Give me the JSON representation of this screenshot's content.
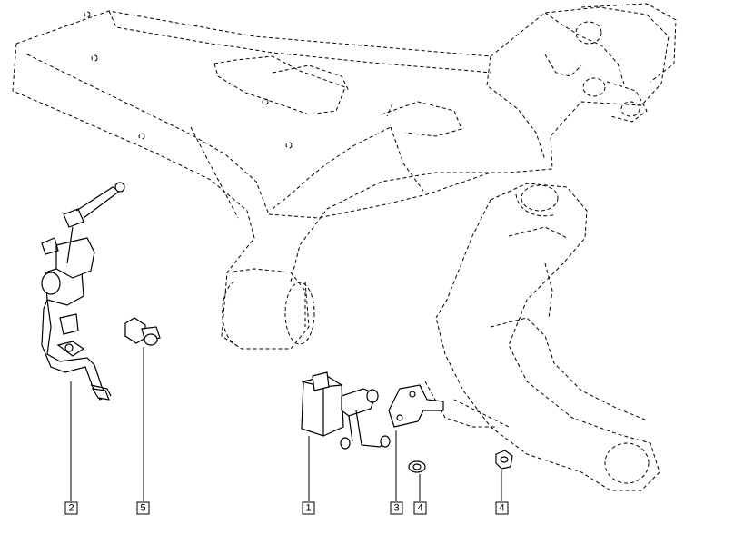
{
  "callouts": [
    {
      "id": "c1",
      "label": "1"
    },
    {
      "id": "c2",
      "label": "2"
    },
    {
      "id": "c3",
      "label": "3"
    },
    {
      "id": "c4a",
      "label": "4"
    },
    {
      "id": "c4b",
      "label": "4"
    },
    {
      "id": "c5",
      "label": "5"
    }
  ]
}
